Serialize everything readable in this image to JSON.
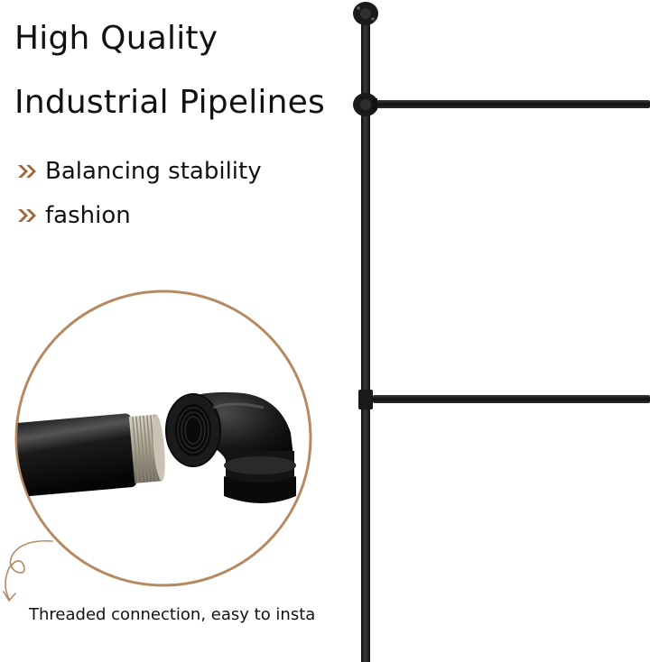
{
  "heading": {
    "line1": "High Quality",
    "line2": "Industrial Pipelines"
  },
  "features": [
    {
      "icon": "double-chevron-right-icon",
      "label": "Balancing stability"
    },
    {
      "icon": "double-chevron-right-icon",
      "label": "fashion"
    }
  ],
  "detail": {
    "caption": "Threaded connection, easy to insta",
    "image": "threaded-pipe-and-elbow-fitting"
  },
  "colors": {
    "accent": "#a0673a",
    "pipe": "#1c1c1c",
    "circle_border": "#b58a63"
  }
}
